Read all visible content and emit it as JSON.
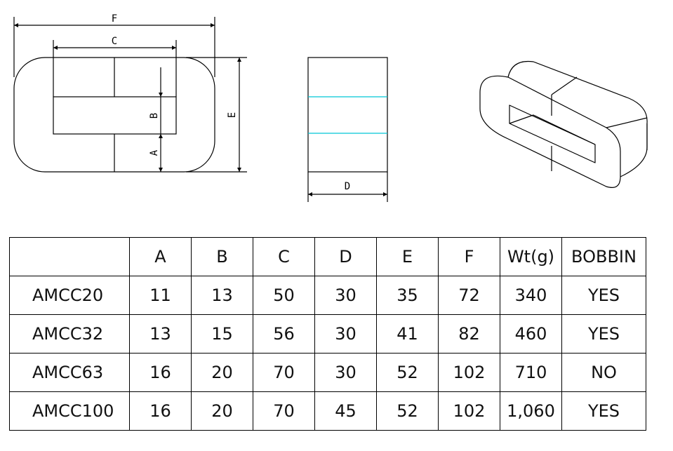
{
  "dimensions": {
    "f_label": "F",
    "c_label": "C",
    "b_label": "B",
    "a_label": "A",
    "e_label": "E",
    "d_label": "D"
  },
  "table": {
    "headers": [
      "",
      "A",
      "B",
      "C",
      "D",
      "E",
      "F",
      "Wt(g)",
      "BOBBIN"
    ],
    "rows": [
      [
        "AMCC20",
        "11",
        "13",
        "50",
        "30",
        "35",
        "72",
        "340",
        "YES"
      ],
      [
        "AMCC32",
        "13",
        "15",
        "56",
        "30",
        "41",
        "82",
        "460",
        "YES"
      ],
      [
        "AMCC63",
        "16",
        "20",
        "70",
        "30",
        "52",
        "102",
        "710",
        "NO"
      ],
      [
        "AMCC100",
        "16",
        "20",
        "70",
        "45",
        "52",
        "102",
        "1,060",
        "YES"
      ]
    ]
  },
  "colors": {
    "line": "#000000",
    "split_line": "#00c8d8"
  }
}
